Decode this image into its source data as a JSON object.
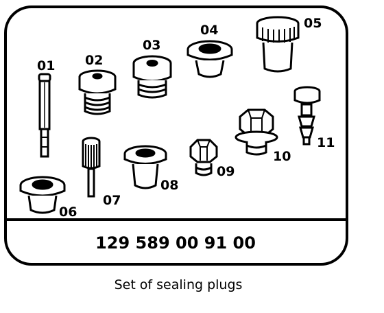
{
  "panel": {
    "part_number": "129 589 00 91 00"
  },
  "plugs": [
    {
      "label": "01",
      "icon": "long-pin-plug-icon"
    },
    {
      "label": "02",
      "icon": "threaded-plug-icon"
    },
    {
      "label": "03",
      "icon": "threaded-plug-icon"
    },
    {
      "label": "04",
      "icon": "flanged-sleeve-plug-icon"
    },
    {
      "label": "05",
      "icon": "knurled-cap-plug-icon"
    },
    {
      "label": "06",
      "icon": "flanged-sleeve-plug-icon"
    },
    {
      "label": "07",
      "icon": "knurled-pin-plug-icon"
    },
    {
      "label": "08",
      "icon": "flanged-sleeve-plug-icon"
    },
    {
      "label": "09",
      "icon": "hex-threaded-plug-icon"
    },
    {
      "label": "10",
      "icon": "hex-threaded-plug-icon"
    },
    {
      "label": "11",
      "icon": "barbed-hose-plug-icon"
    }
  ],
  "caption": "Set of sealing plugs"
}
